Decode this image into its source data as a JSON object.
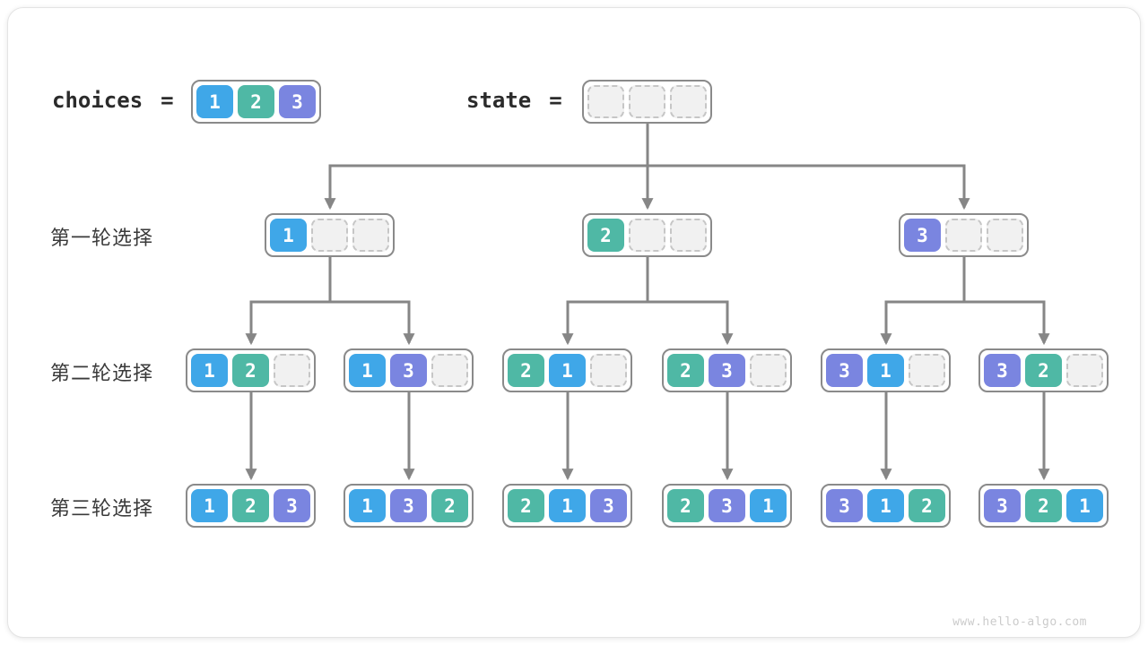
{
  "header": {
    "choices_label": "choices",
    "equals": "=",
    "state_label": "state"
  },
  "palette": {
    "1": "#3FA7E8",
    "2": "#4FB8A5",
    "3": "#7A85E0"
  },
  "choices_box": [
    "1",
    "2",
    "3"
  ],
  "state_box": [
    "",
    "",
    ""
  ],
  "rows": [
    {
      "label": "第一轮选择",
      "nodes": [
        [
          "1",
          "",
          ""
        ],
        [
          "2",
          "",
          ""
        ],
        [
          "3",
          "",
          ""
        ]
      ]
    },
    {
      "label": "第二轮选择",
      "nodes": [
        [
          "1",
          "2",
          ""
        ],
        [
          "1",
          "3",
          ""
        ],
        [
          "2",
          "1",
          ""
        ],
        [
          "2",
          "3",
          ""
        ],
        [
          "3",
          "1",
          ""
        ],
        [
          "3",
          "2",
          ""
        ]
      ]
    },
    {
      "label": "第三轮选择",
      "nodes": [
        [
          "1",
          "2",
          "3"
        ],
        [
          "1",
          "3",
          "2"
        ],
        [
          "2",
          "1",
          "3"
        ],
        [
          "2",
          "3",
          "1"
        ],
        [
          "3",
          "1",
          "2"
        ],
        [
          "3",
          "2",
          "1"
        ]
      ]
    }
  ],
  "watermark": "www.hello-algo.com"
}
